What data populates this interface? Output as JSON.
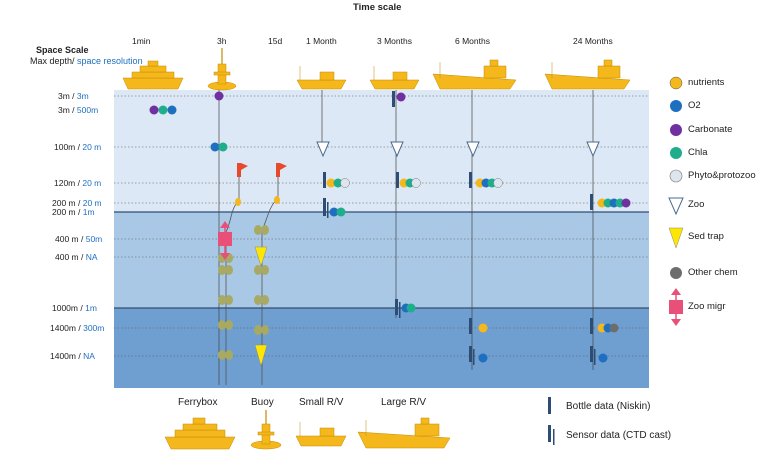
{
  "title": "Time scale",
  "space_header": {
    "line1": "Space Scale",
    "line2_a": "Max depth/",
    "line2_b": " space resolution"
  },
  "time_labels": [
    "1min",
    "3h",
    "15d",
    "1 Month",
    "3 Months",
    "6 Months",
    "24 Months"
  ],
  "depth_rows": [
    {
      "depth": "3m",
      "res": "3m"
    },
    {
      "depth": "3m",
      "res": "500m"
    },
    {
      "depth": "100m",
      "res": "20 m"
    },
    {
      "depth": "120m",
      "res": "20 m"
    },
    {
      "depth": "200 m",
      "res": "20 m"
    },
    {
      "depth": "200 m",
      "res": "1m"
    },
    {
      "depth": "400 m",
      "res": "50m"
    },
    {
      "depth": "400 m",
      "res": "NA"
    },
    {
      "depth": "1000m",
      "res": "1m"
    },
    {
      "depth": "1400m",
      "res": "300m"
    },
    {
      "depth": "1400m",
      "res": "NA"
    }
  ],
  "legend": [
    {
      "key": "nutrients",
      "label": "nutrients",
      "color": "#f5b81c"
    },
    {
      "key": "o2",
      "label": "O2",
      "color": "#1f6fc0"
    },
    {
      "key": "carbonate",
      "label": "Carbonate",
      "color": "#7030a0"
    },
    {
      "key": "chla",
      "label": "Chla",
      "color": "#1fae8c"
    },
    {
      "key": "phyto",
      "label": "Phyto&protozoo",
      "color": "#dde6ef"
    },
    {
      "key": "zoo",
      "label": "Zoo",
      "color": "#ffffff"
    },
    {
      "key": "sedtrap",
      "label": "Sed trap",
      "color": "#ffe600"
    },
    {
      "key": "otherchem",
      "label": "Other chem",
      "color": "#6d6d6d"
    },
    {
      "key": "zoomigr",
      "label": "Zoo migr",
      "color": "#e8507a"
    }
  ],
  "platforms": [
    {
      "name": "ferrybox",
      "label": "Ferrybox"
    },
    {
      "name": "buoy",
      "label": "Buoy"
    },
    {
      "name": "small-rv",
      "label": "Small R/V"
    },
    {
      "name": "large-rv",
      "label": "Large R/V"
    }
  ],
  "data_legend": {
    "bottle": "Bottle data (Niskin)",
    "sensor": "Sensor data (CTD cast)"
  },
  "colors": {
    "layer_top": "#dce8f5",
    "layer_mid": "#a9c8e6",
    "layer_deep": "#6f9fd1",
    "vessel": "#f5b81c",
    "vessel_stroke": "#c58a00",
    "flag": "#e8492b",
    "sensor_bar": "#2e4d74"
  }
}
